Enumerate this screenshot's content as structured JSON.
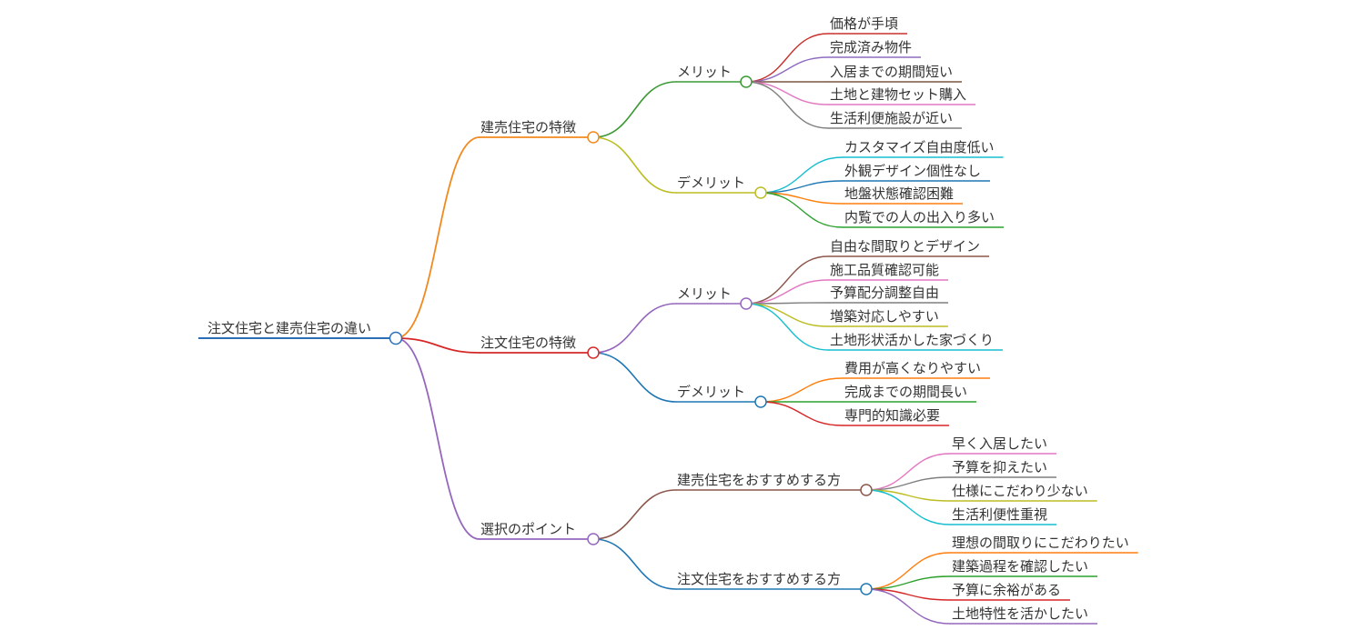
{
  "mindmap": {
    "root": {
      "label": "注文住宅と建売住宅の違い",
      "color": "#2a6fb5",
      "children": [
        {
          "label": "建売住宅の特徴",
          "color": "#f2891e",
          "children": [
            {
              "label": "メリット",
              "color": "#3a9a33",
              "children": [
                {
                  "label": "価格が手頃",
                  "color": "#c9302c"
                },
                {
                  "label": "完成済み物件",
                  "color": "#8e6bbf"
                },
                {
                  "label": "入居までの期間短い",
                  "color": "#7a5540"
                },
                {
                  "label": "土地と建物セット購入",
                  "color": "#e377c2"
                },
                {
                  "label": "生活利便施設が近い",
                  "color": "#7f7f7f"
                }
              ]
            },
            {
              "label": "デメリット",
              "color": "#bcbd22",
              "children": [
                {
                  "label": "カスタマイズ自由度低い",
                  "color": "#17becf"
                },
                {
                  "label": "外観デザイン個性なし",
                  "color": "#1f77b4"
                },
                {
                  "label": "地盤状態確認困難",
                  "color": "#ff7f0e"
                },
                {
                  "label": "内覧での人の出入り多い",
                  "color": "#2ca02c"
                }
              ]
            }
          ]
        },
        {
          "label": "注文住宅の特徴",
          "color": "#d62728",
          "children": [
            {
              "label": "メリット",
              "color": "#9467bd",
              "children": [
                {
                  "label": "自由な間取りとデザイン",
                  "color": "#8c564b"
                },
                {
                  "label": "施工品質確認可能",
                  "color": "#e377c2"
                },
                {
                  "label": "予算配分調整自由",
                  "color": "#7f7f7f"
                },
                {
                  "label": "増築対応しやすい",
                  "color": "#bcbd22"
                },
                {
                  "label": "土地形状活かした家づくり",
                  "color": "#17becf"
                }
              ]
            },
            {
              "label": "デメリット",
              "color": "#1f77b4",
              "children": [
                {
                  "label": "費用が高くなりやすい",
                  "color": "#ff7f0e"
                },
                {
                  "label": "完成までの期間長い",
                  "color": "#2ca02c"
                },
                {
                  "label": "専門的知識必要",
                  "color": "#d62728"
                }
              ]
            }
          ]
        },
        {
          "label": "選択のポイント",
          "color": "#9467bd",
          "children": [
            {
              "label": "建売住宅をおすすめする方",
              "color": "#8c564b",
              "children": [
                {
                  "label": "早く入居したい",
                  "color": "#e377c2"
                },
                {
                  "label": "予算を抑えたい",
                  "color": "#7f7f7f"
                },
                {
                  "label": "仕様にこだわり少ない",
                  "color": "#bcbd22"
                },
                {
                  "label": "生活利便性重視",
                  "color": "#17becf"
                }
              ]
            },
            {
              "label": "注文住宅をおすすめする方",
              "color": "#1f77b4",
              "children": [
                {
                  "label": "理想の間取りにこだわりたい",
                  "color": "#ff7f0e"
                },
                {
                  "label": "建築過程を確認したい",
                  "color": "#2ca02c"
                },
                {
                  "label": "予算に余裕がある",
                  "color": "#d62728"
                },
                {
                  "label": "土地特性を活かしたい",
                  "color": "#9467bd"
                }
              ]
            }
          ]
        }
      ]
    }
  }
}
